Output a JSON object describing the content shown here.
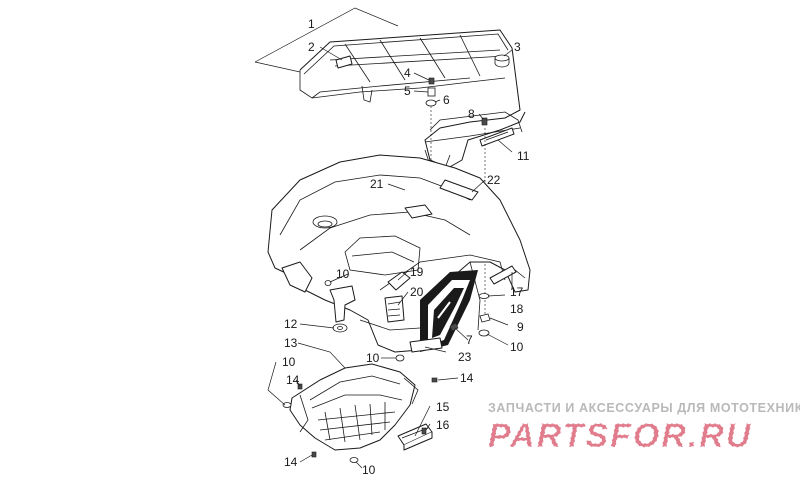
{
  "callouts": {
    "c1": "1",
    "c2": "2",
    "c3": "3",
    "c4": "4",
    "c5": "5",
    "c6": "6",
    "c7": "7",
    "c8": "8",
    "c9": "9",
    "c10a": "10",
    "c10b": "10",
    "c10c": "10",
    "c10d": "10",
    "c10e": "10",
    "c11": "11",
    "c12": "12",
    "c13": "13",
    "c14a": "14",
    "c14b": "14",
    "c14c": "14",
    "c15": "15",
    "c16": "16",
    "c17": "17",
    "c18": "18",
    "c19": "19",
    "c20": "20",
    "c21": "21",
    "c22": "22",
    "c23": "23"
  },
  "watermark": {
    "caption": "ЗАПЧАСТИ И АКСЕССУАРЫ ДЛЯ МОТОТЕХНИКИ",
    "logo_text": "PARTSFOR.RU",
    "color": "#c8102e"
  }
}
